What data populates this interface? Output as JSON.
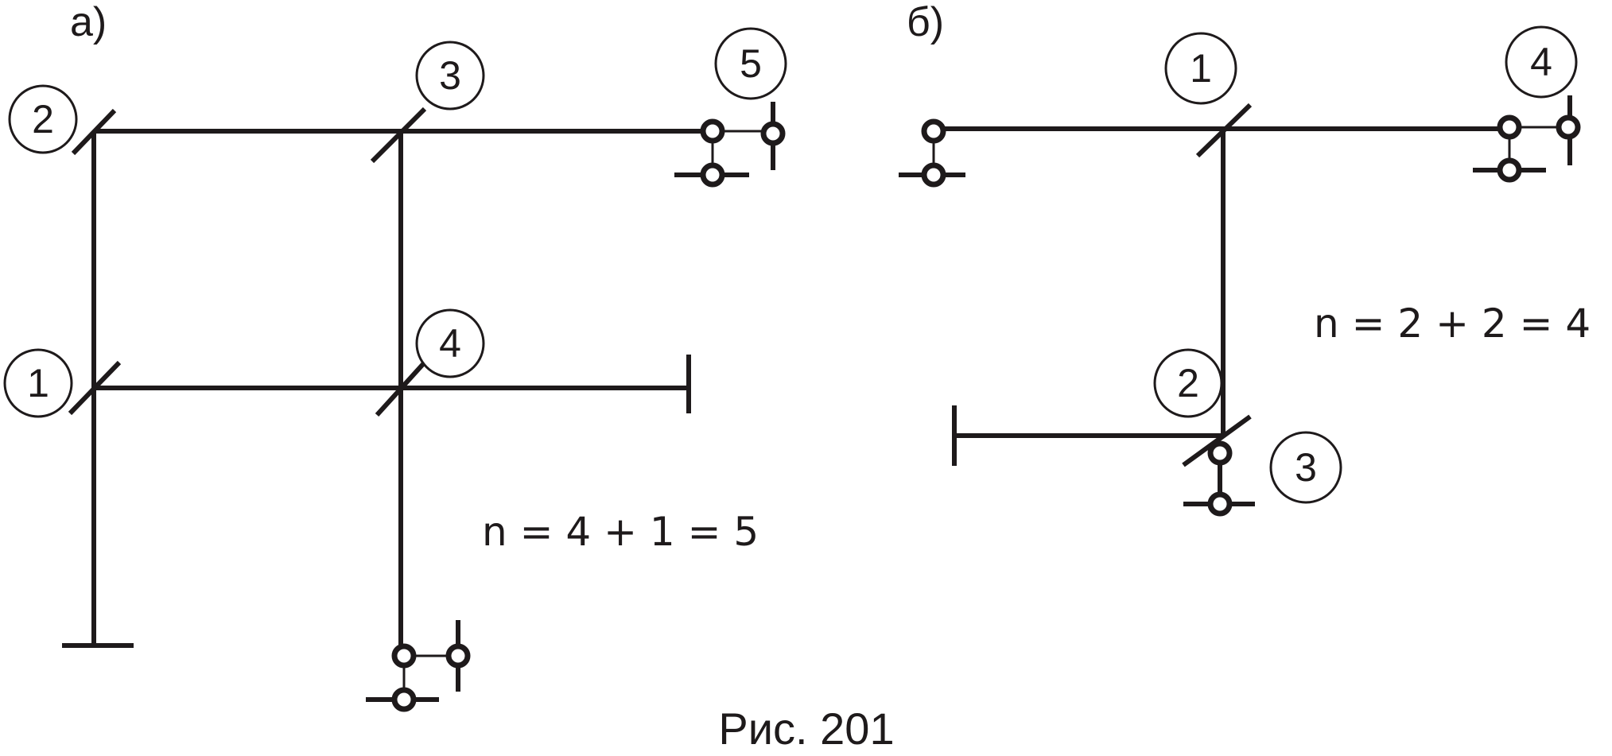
{
  "diagram_a": {
    "label": "а)",
    "formula": "n = 4 + 1 = 5",
    "nodes": [
      "1",
      "2",
      "3",
      "4",
      "5"
    ]
  },
  "diagram_b": {
    "label": "б)",
    "formula": "n = 2 + 2 = 4",
    "nodes": [
      "1",
      "2",
      "3",
      "4"
    ]
  },
  "caption": "Рис. 201",
  "colors": {
    "ink": "#1e1a1b",
    "background": "#ffffff"
  }
}
